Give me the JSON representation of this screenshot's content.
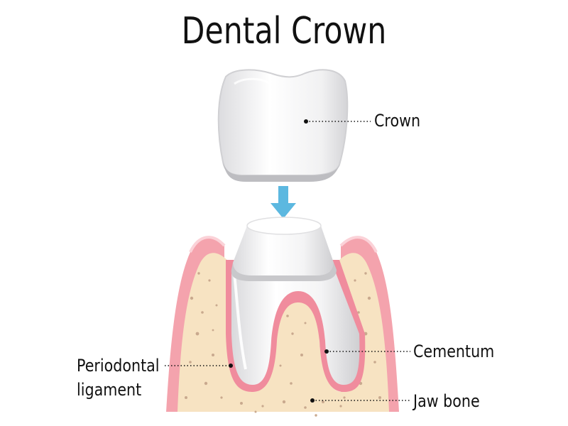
{
  "title": "Dental Crown",
  "labels": {
    "crown": "Crown",
    "cementum": "Cementum",
    "periodontal_line1": "Periodontal",
    "periodontal_line2": "ligament",
    "jaw_bone": "Jaw bone"
  },
  "colors": {
    "gum": "#f4a3ad",
    "gum_outline": "#e76f83",
    "bone": "#f7e3c2",
    "bone_speckle": "#c9a98e",
    "tooth": "#f2f2f2",
    "tooth_shade": "#c9c9cc",
    "arrow": "#5cb8e0",
    "text": "#111111"
  },
  "icons": {
    "arrow": "down-arrow-icon"
  }
}
